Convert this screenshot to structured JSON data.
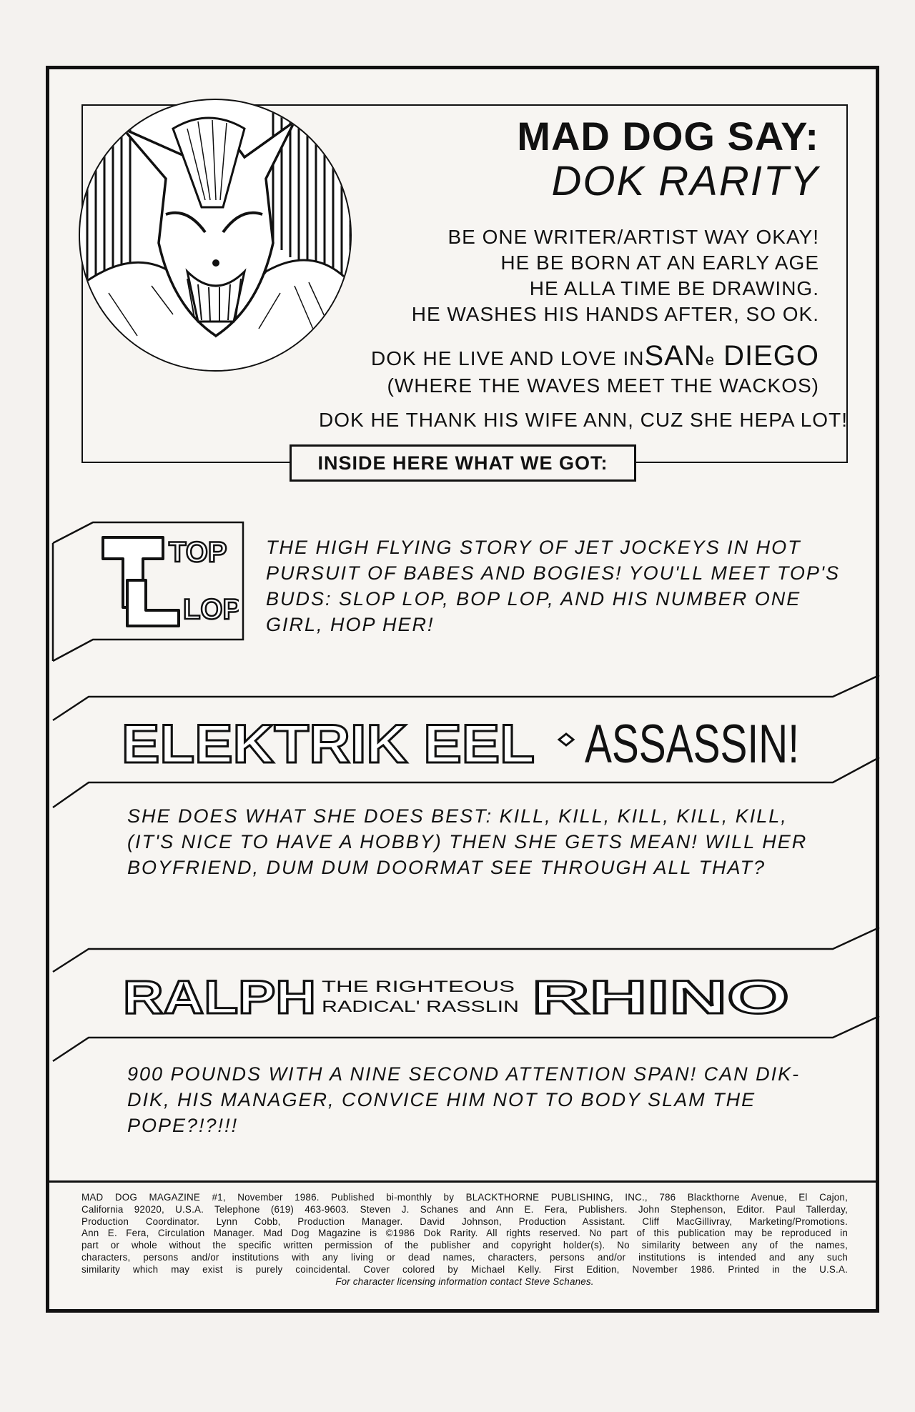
{
  "header": {
    "title": "MAD DOG SAY:",
    "subtitle": "DOK RARITY",
    "bio_lines": [
      "BE ONE WRITER/ARTIST WAY OKAY!",
      "HE BE BORN AT AN EARLY AGE",
      "HE ALLA TIME BE DRAWING.",
      "HE WASHES HIS HANDS AFTER, SO OK."
    ],
    "location_prefix": "DOK HE LIVE AND LOVE IN",
    "location_san": "SAN",
    "location_e": "e",
    "location_city": " DIEGO",
    "location_note": "(WHERE THE WAVES MEET THE WACKOS)",
    "thanks": "DOK HE THANK HIS WIFE ANN, CUZ SHE HEPA LOT!"
  },
  "inside_label": "INSIDE HERE WHAT WE GOT:",
  "stories": [
    {
      "logo_lines": [
        "TOP",
        "LOP"
      ],
      "description": [
        "THE HIGH FLYING STORY OF JET JOCKEYS IN HOT",
        "PURSUIT OF BABES AND BOGIES! YOU'LL MEET TOP'S",
        "BUDS: SLOP LOP, BOP LOP, AND HIS NUMBER ONE",
        "GIRL, HOP HER!"
      ]
    },
    {
      "logo_left": "ELEKTRIK EEL",
      "logo_right": "ASSASSIN!",
      "description": [
        "SHE DOES WHAT SHE DOES BEST: KILL, KILL, KILL, KILL, KILL,",
        "(IT'S NICE TO HAVE A HOBBY) THEN SHE GETS MEAN! WILL HER",
        "BOYFRIEND, DUM DUM DOORMAT SEE THROUGH ALL THAT?"
      ]
    },
    {
      "logo_left": "RALPH",
      "logo_middle_1": "THE RIGHTEOUS",
      "logo_middle_2": "RADICAL' RASSLIN",
      "logo_right": "RHINO",
      "description": [
        "900 POUNDS WITH A NINE SECOND ATTENTION SPAN! CAN DIK-",
        "DIK, HIS MANAGER, CONVICE HIM NOT TO BODY SLAM THE",
        "POPE?!?!!!"
      ]
    }
  ],
  "footer": {
    "lines": [
      "MAD DOG MAGAZINE #1, November 1986. Published bi-monthly by BLACKTHORNE PUBLISHING, INC., 786 Blackthorne Avenue, El Cajon,",
      "California 92020, U.S.A. Telephone (619) 463-9603. Steven J. Schanes and Ann E. Fera, Publishers. John Stephenson, Editor. Paul Tallerday,",
      "Production Coordinator. Lynn Cobb, Production Manager. David Johnson, Production Assistant. Cliff MacGillivray, Marketing/Promotions.",
      "Ann E. Fera, Circulation Manager. Mad Dog Magazine is ©1986 Dok Rarity. All rights reserved. No part of this publication may be reproduced in",
      "part or whole without the specific written permission of the publisher and copyright holder(s). No similarity between any of the names,",
      "characters, persons and/or institutions with any living or dead names, characters, persons and/or institutions is intended and any such",
      "similarity which may exist is purely coincidental. Cover colored by Michael Kelly. First Edition, November 1986.      Printed in the U.S.A."
    ],
    "licensing": "For character licensing information contact Steve Schanes."
  }
}
